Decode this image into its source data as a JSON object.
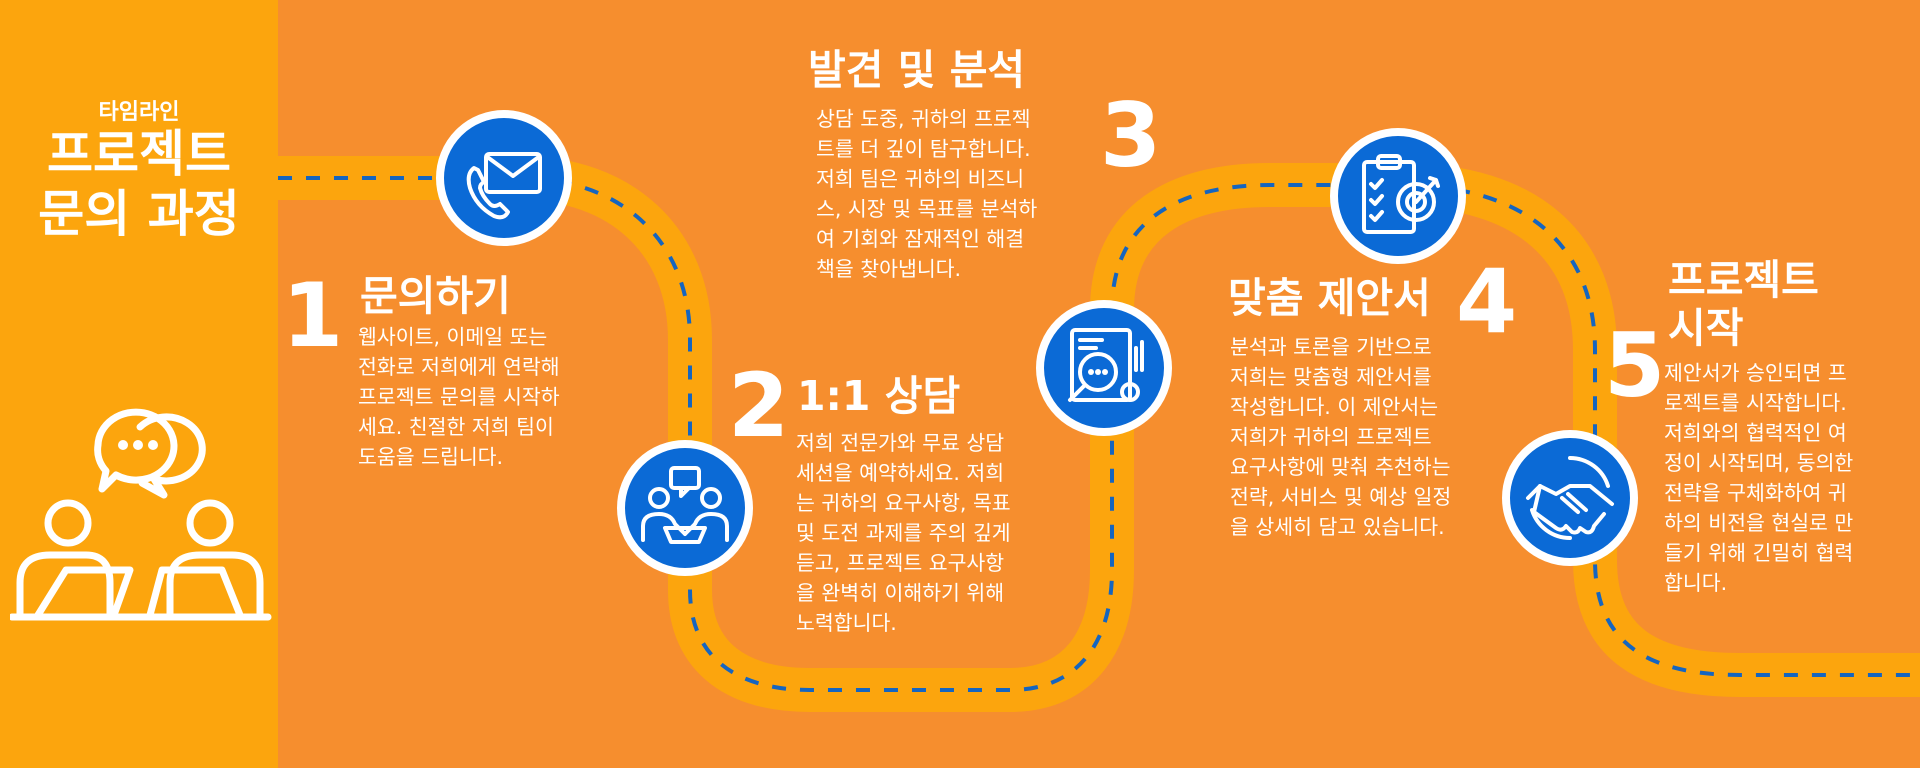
{
  "header": {
    "subtitle": "타임라인",
    "title_line1": "프로젝트",
    "title_line2": "문의 과정"
  },
  "colors": {
    "background": "#F68E2E",
    "left_panel": "#FCA50D",
    "road": "#FCA50D",
    "dash": "#1565C0",
    "circle": "#0B6AD6",
    "text": "#FFFFFF"
  },
  "steps": [
    {
      "number": "1",
      "title": "문의하기",
      "lines": [
        "웹사이트, 이메일 또는",
        "전화로 저희에게 연락해",
        "프로젝트 문의를 시작하",
        "세요. 친절한 저희 팀이",
        "도움을 드립니다."
      ],
      "icon": "envelope-phone-icon"
    },
    {
      "number": "2",
      "title": "1:1 상담",
      "lines": [
        "저희 전문가와 무료 상담",
        "세션을 예약하세요. 저희",
        "는 귀하의 요구사항, 목표",
        "및 도전 과제를 주의 깊게",
        "듣고, 프로젝트 요구사항",
        "을 완벽히 이해하기 위해",
        "노력합니다."
      ],
      "icon": "consultation-chat-icon"
    },
    {
      "number": "3",
      "title": "발견 및 분석",
      "lines": [
        "상담 도중, 귀하의 프로젝",
        "트를 더 깊이 탐구합니다.",
        "저희 팀은 귀하의 비즈니",
        "스, 시장 및 목표를 분석하",
        "여 기회와 잠재적인 해결",
        "책을 찾아냅니다."
      ],
      "icon": "analysis-magnifier-icon"
    },
    {
      "number": "4",
      "title": "맞춤 제안서",
      "lines": [
        "분석과 토론을 기반으로",
        "저희는 맞춤형 제안서를",
        "작성합니다. 이 제안서는",
        "저희가 귀하의 프로젝트",
        "요구사항에 맞춰 추천하는",
        "전략, 서비스 및 예상 일정",
        "을 상세히 담고 있습니다."
      ],
      "icon": "clipboard-target-icon"
    },
    {
      "number": "5",
      "title_line1": "프로젝트",
      "title_line2": "시작",
      "lines": [
        "제안서가 승인되면 프",
        "로젝트를 시작합니다.",
        "저희와의 협력적인 여",
        "정이 시작되며, 동의한",
        "전략을 구체화하여 귀",
        "하의 비전을 현실로 만",
        "들기 위해 긴밀히 협력",
        "합니다."
      ],
      "icon": "handshake-icon"
    }
  ]
}
